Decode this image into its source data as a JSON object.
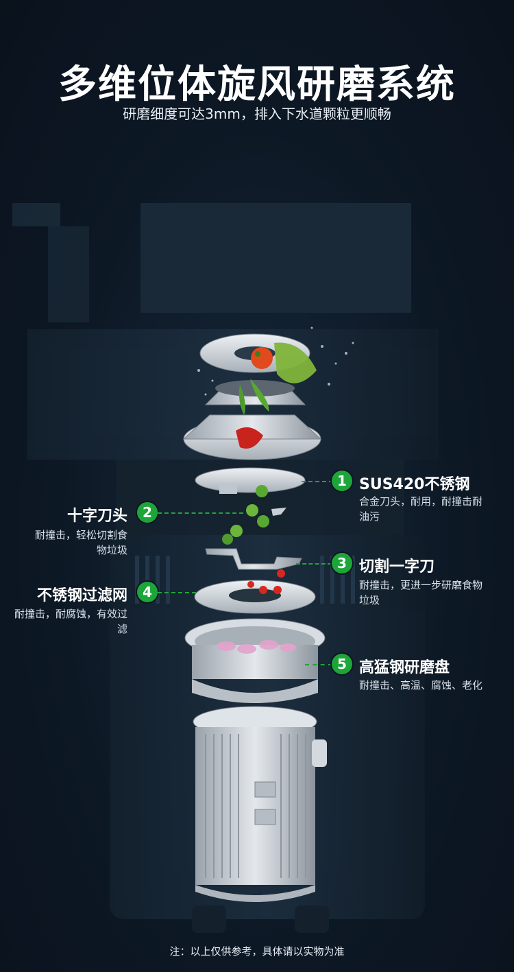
{
  "header": {
    "title": "多维位体旋风研磨系统",
    "subtitle": "研磨细度可达3mm，排入下水道颗粒更顺畅"
  },
  "callouts": [
    {
      "number": "1",
      "title": "SUS420不锈钢",
      "desc": "合金刀头，耐用，耐撞击耐油污"
    },
    {
      "number": "2",
      "title": "十字刀头",
      "desc": "耐撞击，轻松切割食物垃圾"
    },
    {
      "number": "3",
      "title": "切割一字刀",
      "desc": "耐撞击，更进一步研磨食物垃圾"
    },
    {
      "number": "4",
      "title": "不锈钢过滤网",
      "desc": "耐撞击，耐腐蚀，有效过滤"
    },
    {
      "number": "5",
      "title": "高猛钢研磨盘",
      "desc": "耐撞击、高温、腐蚀、老化"
    }
  ],
  "footnote": "注：以上仅供参考，具体请以实物为准",
  "colors": {
    "background": "#0c1622",
    "accent": "#1ea53a",
    "part_metal": "#cfd5db"
  }
}
